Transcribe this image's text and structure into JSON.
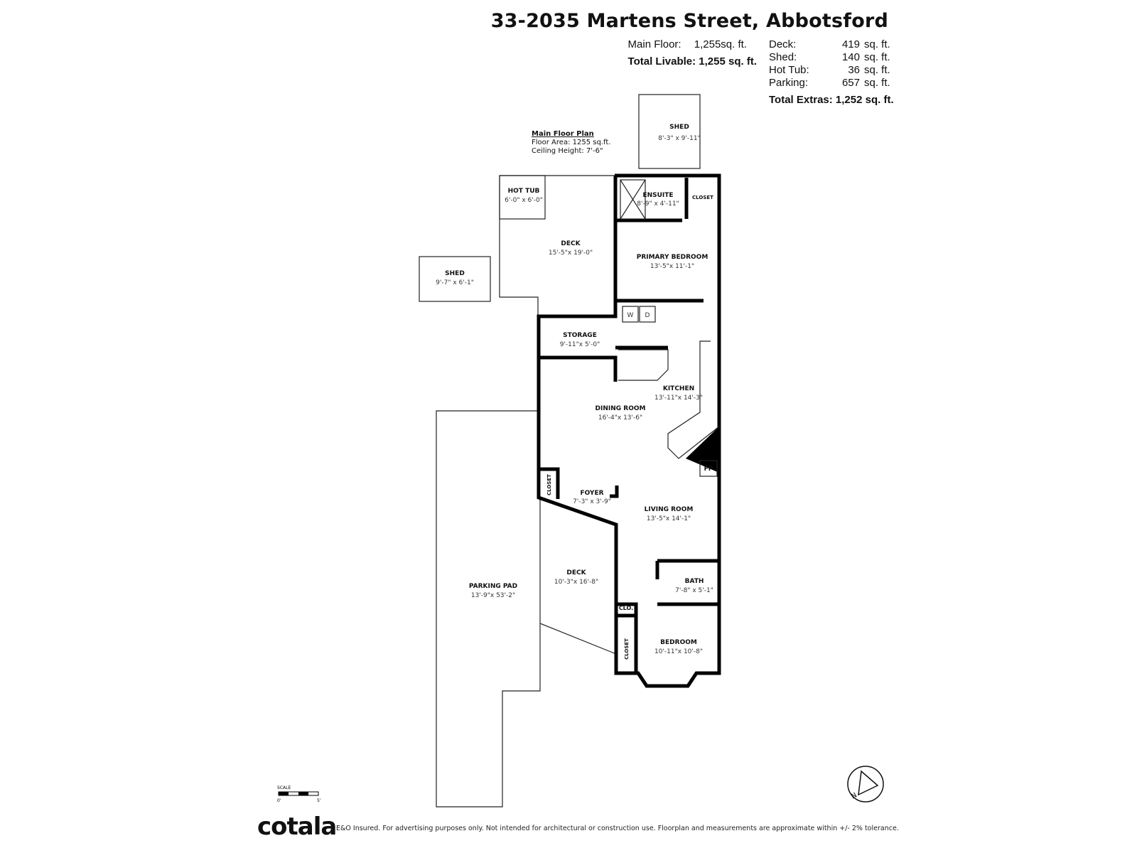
{
  "title": "33-2035 Martens Street, Abbotsford",
  "livable": {
    "main_floor_label": "Main Floor:",
    "main_floor_value": "1,255sq. ft.",
    "total_label": "Total Livable:",
    "total_value": "1,255 sq. ft."
  },
  "extras": {
    "items": [
      {
        "label": "Deck:",
        "value": "419",
        "unit": "sq. ft."
      },
      {
        "label": "Shed:",
        "value": "140",
        "unit": "sq. ft."
      },
      {
        "label": "Hot Tub:",
        "value": "36",
        "unit": "sq. ft."
      },
      {
        "label": "Parking:",
        "value": "657",
        "unit": "sq. ft."
      }
    ],
    "total_label": "Total Extras:",
    "total_value": "1,252 sq. ft."
  },
  "plan_info": {
    "heading": "Main Floor Plan",
    "area": "Floor Area: 1255 sq.ft.",
    "ceiling": "Ceiling Height: 7'-6\""
  },
  "rooms": {
    "shed_top": {
      "name": "SHED",
      "dims": "8'-3\" x 9'-11\""
    },
    "hot_tub": {
      "name": "HOT TUB",
      "dims": "6'-0\" x 6'-0\""
    },
    "deck_upper": {
      "name": "DECK",
      "dims": "15'-5\"x 19'-0\""
    },
    "ensuite": {
      "name": "ENSUITE",
      "dims": "8'-9\" x 4'-11\""
    },
    "closet_primary": {
      "name": "CLOSET"
    },
    "primary_bedroom": {
      "name": "PRIMARY BEDROOM",
      "dims": "13'-5\"x 11'-1\""
    },
    "shed_left": {
      "name": "SHED",
      "dims": "9'-7\" x 6'-1\""
    },
    "washer": {
      "name": "W"
    },
    "dryer": {
      "name": "D"
    },
    "storage": {
      "name": "STORAGE",
      "dims": "9'-11\"x 5'-0\""
    },
    "kitchen": {
      "name": "KITCHEN",
      "dims": "13'-11\"x 14'-3\""
    },
    "dining_room": {
      "name": "DINING ROOM",
      "dims": "16'-4\"x 13'-6\""
    },
    "fireplace": {
      "name": "FP"
    },
    "closet_foyer": {
      "name": "CLOSET"
    },
    "foyer": {
      "name": "FOYER",
      "dims": "7'-3\" x 3'-9\""
    },
    "living_room": {
      "name": "LIVING ROOM",
      "dims": "13'-5\"x 14'-1\""
    },
    "deck_lower": {
      "name": "DECK",
      "dims": "10'-3\"x 16'-8\""
    },
    "parking_pad": {
      "name": "PARKING PAD",
      "dims": "13'-9\"x 53'-2\""
    },
    "bath": {
      "name": "BATH",
      "dims": "7'-8\" x 5'-1\""
    },
    "clo": {
      "name": "CLO."
    },
    "closet_bedroom": {
      "name": "CLOSET"
    },
    "bedroom": {
      "name": "BEDROOM",
      "dims": "10'-11\"x 10'-8\""
    }
  },
  "scale": {
    "label": "SCALE",
    "start": "0'",
    "end": "5'"
  },
  "compass": {
    "icon": "north-arrow-icon",
    "label": "N"
  },
  "footer": {
    "logo": "cotala",
    "disclaimer": "E&O Insured. For advertising purposes only. Not intended for architectural or construction use. Floorplan and measurements are approximate within +/- 2% tolerance."
  }
}
